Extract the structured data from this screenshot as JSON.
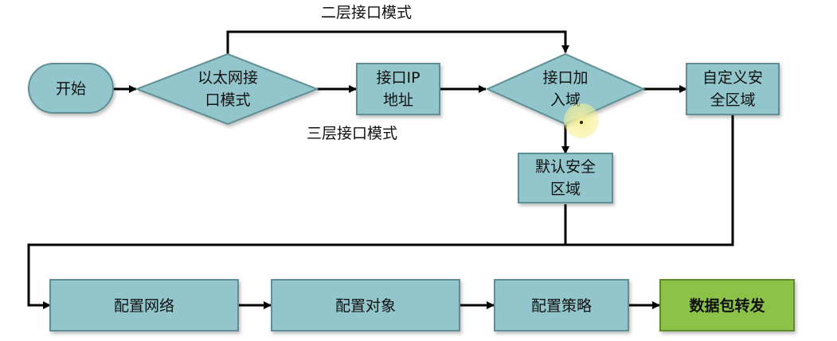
{
  "nodes": {
    "start": "开始",
    "ethernet_line1": "以太网接",
    "ethernet_line2": "口模式",
    "ip_line1": "接口IP",
    "ip_line2": "地址",
    "join_line1": "接口加",
    "join_line2": "入域",
    "custom_line1": "自定义安",
    "custom_line2": "全区域",
    "default_line1": "默认安全",
    "default_line2": "区域",
    "config_network": "配置网络",
    "config_object": "配置对象",
    "config_policy": "配置策略",
    "packet_forward": "数据包转发"
  },
  "edge_labels": {
    "layer2": "二层接口模式",
    "layer3": "三层接口模式"
  },
  "colors": {
    "node_fill": "#93c6cc",
    "node_stroke": "#5e8f94",
    "final_fill": "#8dc24a",
    "final_stroke": "#5f8d2c",
    "line": "#000000",
    "highlight": "#f6f199"
  }
}
